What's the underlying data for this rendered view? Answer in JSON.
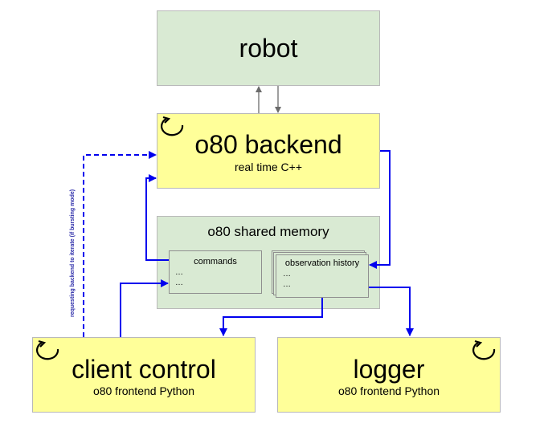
{
  "robot": {
    "label": "robot"
  },
  "backend": {
    "title": "o80 backend",
    "subtitle": "real time C++"
  },
  "shared_memory": {
    "title": "o80 shared memory",
    "commands": {
      "label": "commands",
      "lines": [
        "…",
        "…"
      ]
    },
    "observation_history": {
      "label": "observation history",
      "lines": [
        "…",
        "…"
      ]
    }
  },
  "client_control": {
    "title": "client control",
    "subtitle": "o80 frontend Python"
  },
  "logger": {
    "title": "logger",
    "subtitle": "o80 frontend Python"
  },
  "bursting_note": "requesting backend to iterate (if bursting mode)",
  "colors": {
    "arrow_blue": "#0000ee",
    "arrow_grey": "#6b6b6b",
    "green_fill": "#d9ead3",
    "yellow_fill": "#ffff99"
  }
}
